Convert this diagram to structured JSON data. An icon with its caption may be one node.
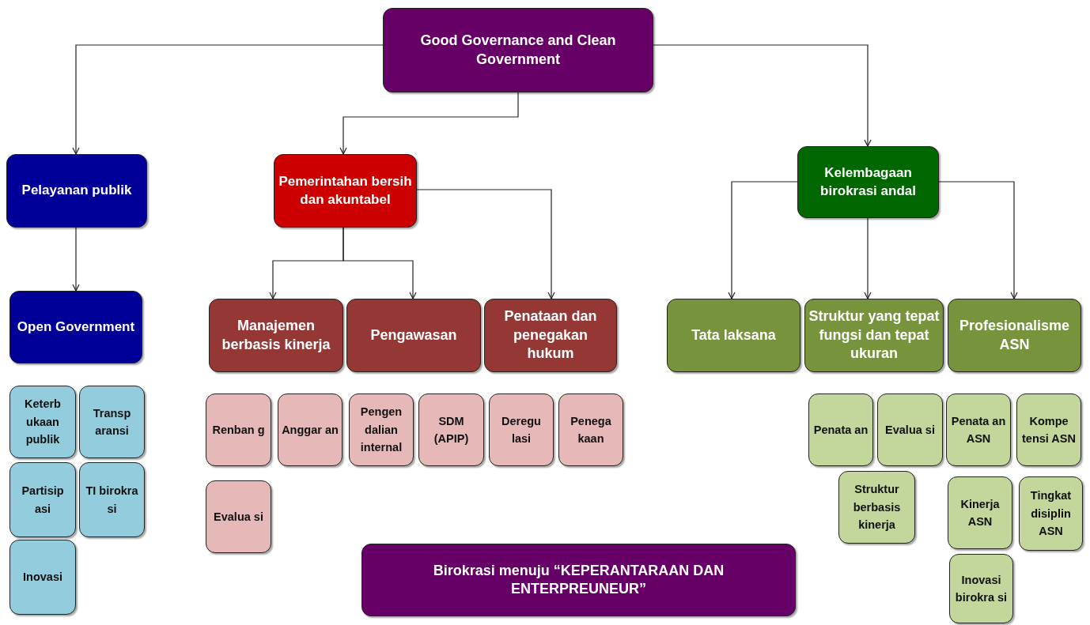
{
  "diagram": {
    "nodes": [
      {
        "text": [
          "Good Governance and Clean Government"
        ]
      },
      {
        "text": [
          "Pelayanan publik"
        ]
      },
      {
        "text": [
          "Pemerintahan bersih dan akuntabel"
        ]
      },
      {
        "text": [
          "Kelembagaan birokrasi andal"
        ]
      },
      {
        "text": [
          "Open Government"
        ]
      },
      {
        "text": [
          "Manajemen berbasis kinerja"
        ]
      },
      {
        "text": [
          "Pengawasan"
        ]
      },
      {
        "text": [
          "Penataan dan penegakan hukum"
        ]
      },
      {
        "text": [
          "Tata laksana"
        ]
      },
      {
        "text": [
          "Struktur yang tepat fungsi dan tepat ukuran"
        ]
      },
      {
        "text": [
          "Profesionalisme ASN"
        ]
      },
      {
        "text": [
          "Keterb ukaan publik"
        ]
      },
      {
        "text": [
          "Transp aransi"
        ]
      },
      {
        "text": [
          "Partisip asi"
        ]
      },
      {
        "text": [
          "TI birokra si"
        ]
      },
      {
        "text": [
          "Inovasi"
        ]
      },
      {
        "text": [
          "Renban g"
        ]
      },
      {
        "text": [
          "Anggar an"
        ]
      },
      {
        "text": [
          "Pengen dalian internal"
        ]
      },
      {
        "text": [
          "SDM (APIP)"
        ]
      },
      {
        "text": [
          "Deregu lasi"
        ]
      },
      {
        "text": [
          "Penega kaan"
        ]
      },
      {
        "text": [
          "Evalua si"
        ]
      },
      {
        "text": [
          "Penata an"
        ]
      },
      {
        "text": [
          "Evalua si"
        ]
      },
      {
        "text": [
          "Penata an ASN"
        ]
      },
      {
        "text": [
          "Kompe tensi ASN"
        ]
      },
      {
        "text": [
          "Struktur berbasis kinerja"
        ]
      },
      {
        "text": [
          "Kinerja ASN"
        ]
      },
      {
        "text": [
          "Tingkat disiplin ASN"
        ]
      },
      {
        "text": [
          "Inovasi birokra si"
        ]
      },
      {
        "text": [
          "Birokrasi menuju “KEPERANTARAAN DAN ENTERPREUNEUR”"
        ]
      }
    ],
    "edges": [
      {
        "from": 0,
        "to": 1,
        "arrow": "to"
      },
      {
        "from": 0,
        "to": 2,
        "arrow": "to"
      },
      {
        "from": 0,
        "to": 3,
        "arrow": "to"
      },
      {
        "from": 1,
        "to": 4,
        "arrow": "to"
      },
      {
        "from": 2,
        "to": 5,
        "arrow": "to"
      },
      {
        "from": 2,
        "to": 6,
        "arrow": "to"
      },
      {
        "from": 2,
        "to": 7,
        "arrow": "to"
      },
      {
        "from": 3,
        "to": 8,
        "arrow": "to"
      },
      {
        "from": 3,
        "to": 9,
        "arrow": "to"
      },
      {
        "from": 3,
        "to": 10,
        "arrow": "to"
      }
    ]
  }
}
